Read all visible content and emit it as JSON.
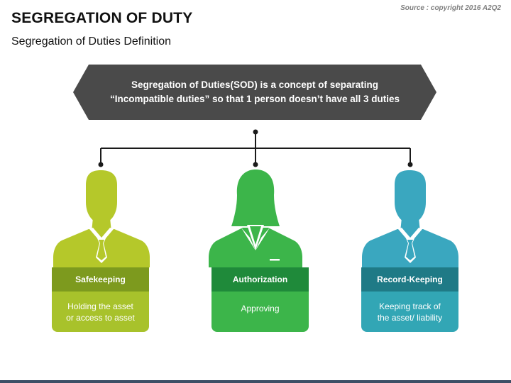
{
  "header": {
    "title": "SEGREGATION OF DUTY",
    "subtitle": "Segregation of Duties Definition",
    "source": "Source : copyright 2016 A2Q2"
  },
  "banner": {
    "line1": "Segregation of Duties(SOD) is a concept of separating",
    "line2": "“Incompatible duties” so that 1 person doesn’t have all 3 duties",
    "color": "#4a4a4a"
  },
  "duties": [
    {
      "label": "Safekeeping",
      "desc_line1": "Holding the asset",
      "desc_line2": "or access to asset",
      "figure": "man-silhouette-icon",
      "person_color": "#b5c82a",
      "label_color": "#7d9a1e",
      "desc_color": "#a8c22b"
    },
    {
      "label": "Authorization",
      "desc_line1": "Approving",
      "desc_line2": "",
      "figure": "woman-silhouette-icon",
      "person_color": "#3cb54a",
      "label_color": "#1f8a3a",
      "desc_color": "#3cb54a"
    },
    {
      "label": "Record-Keeping",
      "desc_line1": "Keeping track of",
      "desc_line2": "the asset/ liability",
      "figure": "man-silhouette-icon",
      "person_color": "#3aa7bf",
      "label_color": "#1f7a86",
      "desc_color": "#32a6b5"
    }
  ]
}
